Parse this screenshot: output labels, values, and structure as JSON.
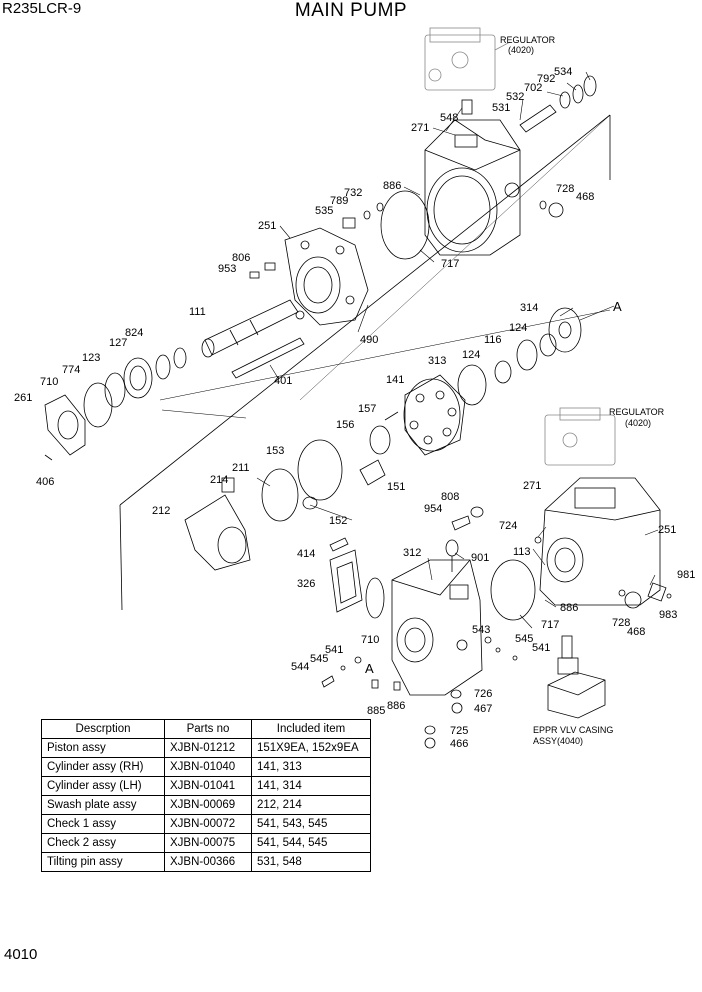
{
  "header": {
    "model": "R235LCR-9",
    "title": "MAIN PUMP"
  },
  "footer": {
    "page_number": "4010"
  },
  "diagram": {
    "annotations": {
      "regulator_top": [
        "REGULATOR",
        "(4020)"
      ],
      "regulator_right": [
        "REGULATOR",
        "(4020)"
      ],
      "eppr": [
        "EPPR VLV CASING",
        "ASSY(4040)"
      ],
      "marker_a": "A"
    },
    "part_labels": [
      "534",
      "792",
      "702",
      "532",
      "531",
      "548",
      "271",
      "886",
      "732",
      "789",
      "535",
      "728",
      "468",
      "251",
      "717",
      "806",
      "953",
      "111",
      "490",
      "824",
      "127",
      "123",
      "774",
      "710",
      "261",
      "406",
      "401",
      "314",
      "124",
      "116",
      "124",
      "313",
      "141",
      "157",
      "156",
      "153",
      "211",
      "214",
      "151",
      "212",
      "152",
      "808",
      "954",
      "901",
      "724",
      "113",
      "251",
      "271",
      "414",
      "312",
      "326",
      "710",
      "541",
      "545",
      "544",
      "543",
      "545",
      "541",
      "885",
      "886",
      "726",
      "467",
      "725",
      "466",
      "717",
      "886",
      "728",
      "468",
      "981",
      "983"
    ]
  },
  "assy_table": {
    "headers": [
      "Descrption",
      "Parts no",
      "Included item"
    ],
    "rows": [
      [
        "Piston assy",
        "XJBN-01212",
        "151X9EA, 152x9EA"
      ],
      [
        "Cylinder assy (RH)",
        "XJBN-01040",
        "141, 313"
      ],
      [
        "Cylinder assy (LH)",
        "XJBN-01041",
        "141, 314"
      ],
      [
        "Swash plate assy",
        "XJBN-00069",
        "212, 214"
      ],
      [
        "Check 1 assy",
        "XJBN-00072",
        "541, 543, 545"
      ],
      [
        "Check 2 assy",
        "XJBN-00075",
        "541, 544, 545"
      ],
      [
        "Tilting pin assy",
        "XJBN-00366",
        "531, 548"
      ]
    ]
  }
}
